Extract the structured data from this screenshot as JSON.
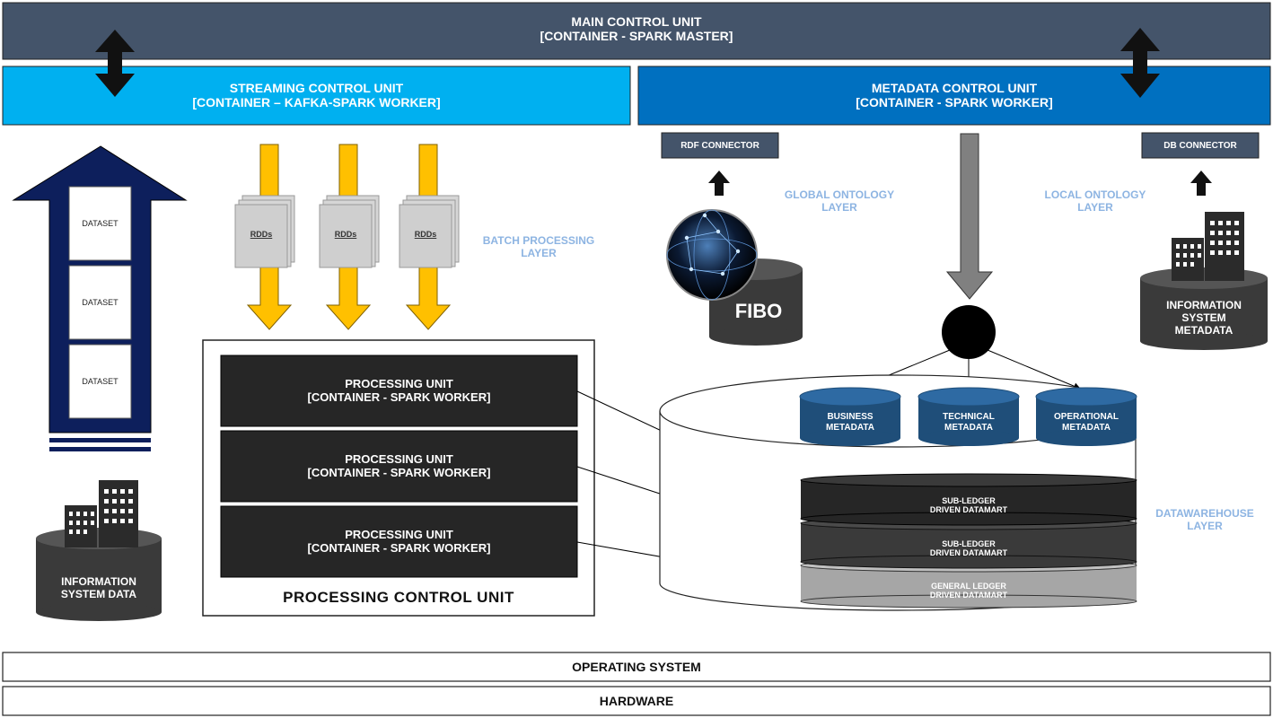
{
  "main_control": {
    "line1": "MAIN CONTROL UNIT",
    "line2": "[CONTAINER - SPARK MASTER]"
  },
  "streaming_control": {
    "line1": "STREAMING CONTROL UNIT",
    "line2": "[CONTAINER – KAFKA-SPARK WORKER]"
  },
  "metadata_control": {
    "line1": "METADATA CONTROL UNIT",
    "line2": "[CONTAINER - SPARK WORKER]"
  },
  "datasets": [
    "DATASET",
    "DATASET",
    "DATASET"
  ],
  "info_system_data": {
    "line1": "INFORMATION",
    "line2": "SYSTEM DATA"
  },
  "rdds": [
    "RDDs",
    "RDDs",
    "RDDs"
  ],
  "batch_layer": {
    "line1": "BATCH PROCESSING",
    "line2": "LAYER"
  },
  "processing_units": [
    {
      "line1": "PROCESSING UNIT",
      "line2": "[CONTAINER - SPARK WORKER]"
    },
    {
      "line1": "PROCESSING UNIT",
      "line2": "[CONTAINER - SPARK WORKER]"
    },
    {
      "line1": "PROCESSING UNIT",
      "line2": "[CONTAINER - SPARK WORKER]"
    }
  ],
  "processing_control": "PROCESSING CONTROL UNIT",
  "rdf_connector": "RDF CONNECTOR",
  "db_connector": "DB CONNECTOR",
  "global_ontology": {
    "line1": "GLOBAL ONTOLOGY",
    "line2": "LAYER"
  },
  "local_ontology": {
    "line1": "LOCAL ONTOLOGY",
    "line2": "LAYER"
  },
  "fibo": "FIBO",
  "info_system_metadata": {
    "line1": "INFORMATION",
    "line2": "SYSTEM",
    "line3": "METADATA"
  },
  "metadata_stores": [
    {
      "line1": "BUSINESS",
      "line2": "METADATA"
    },
    {
      "line1": "TECHNICAL",
      "line2": "METADATA"
    },
    {
      "line1": "OPERATIONAL",
      "line2": "METADATA"
    }
  ],
  "datamarts": [
    {
      "line1": "SUB-LEDGER",
      "line2": "DRIVEN DATAMART"
    },
    {
      "line1": "SUB-LEDGER",
      "line2": "DRIVEN DATAMART"
    },
    {
      "line1": "GENERAL LEDGER",
      "line2": "DRIVEN DATAMART"
    }
  ],
  "datawarehouse_layer": {
    "line1": "DATAWAREHOUSE",
    "line2": "LAYER"
  },
  "operating_system": "OPERATING SYSTEM",
  "hardware": "HARDWARE",
  "colors": {
    "main_bar": "#44546a",
    "streaming_bar": "#00b0f0",
    "metadata_bar": "#0070c0",
    "dark_arrow": "#0d1f5c",
    "rdd_arrow": "#ffc000",
    "processing_unit": "#262626",
    "metadata_cylinder": "#1f4e79",
    "connector": "#44546a",
    "layer_label": "#8db4e2"
  }
}
